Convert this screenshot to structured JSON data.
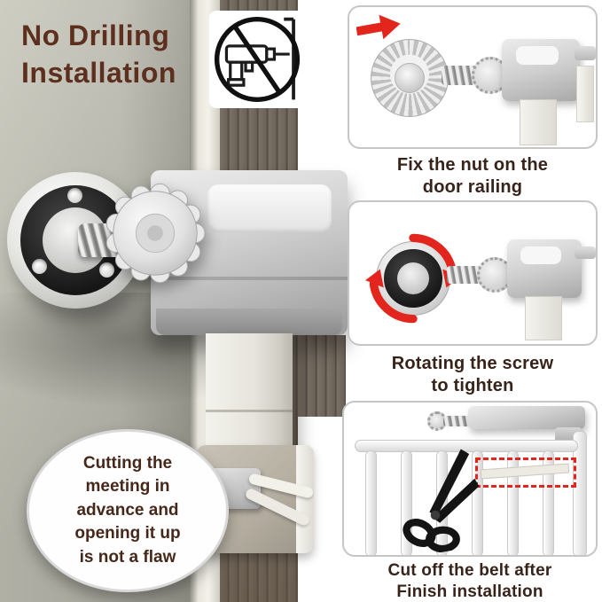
{
  "title": "No Drilling\nInstallation",
  "steps": [
    {
      "caption": "Fix the nut on the\ndoor railing",
      "icon": "red-arrow-icon"
    },
    {
      "caption": "Rotating the screw\nto tighten",
      "icon": "rotate-arrows-icon"
    },
    {
      "caption": "Cut off the belt after\nFinish installation",
      "icon": "scissors-icon"
    }
  ],
  "note": {
    "text": "Cutting the\nmeeting in\nadvance and\nopening it up\nis not a flaw"
  },
  "icons": {
    "no_drill": "no-drill-icon",
    "red_arrow": "red-arrow-icon",
    "rotate_arrows": "rotate-arrows-icon",
    "scissors": "scissors-icon"
  },
  "colors": {
    "title_text": "#5d2f1e",
    "caption_text": "#38231a",
    "accent_red": "#e3261d",
    "panel_border": "#c6c6c6",
    "wall": "#bcbbb0",
    "paneling": "#6d6459",
    "background": "#ffffff"
  }
}
